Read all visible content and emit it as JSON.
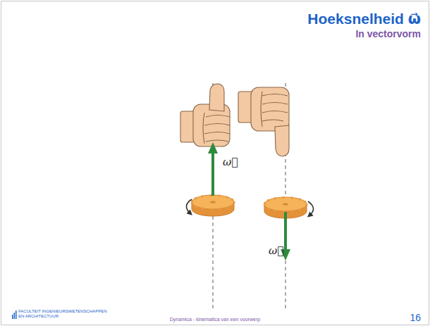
{
  "diagram": {
    "title": "Hoeksnelheid ω⃗",
    "labels": [
      "In vectorvorm",
      "ω⃗",
      "ω⃗",
      "FACULTEIT INGENIEURSWETENSCHAPPEN EN ARCHITECTUUR",
      "Dynamica - kinematica van een voorwerp",
      "16"
    ]
  }
}
